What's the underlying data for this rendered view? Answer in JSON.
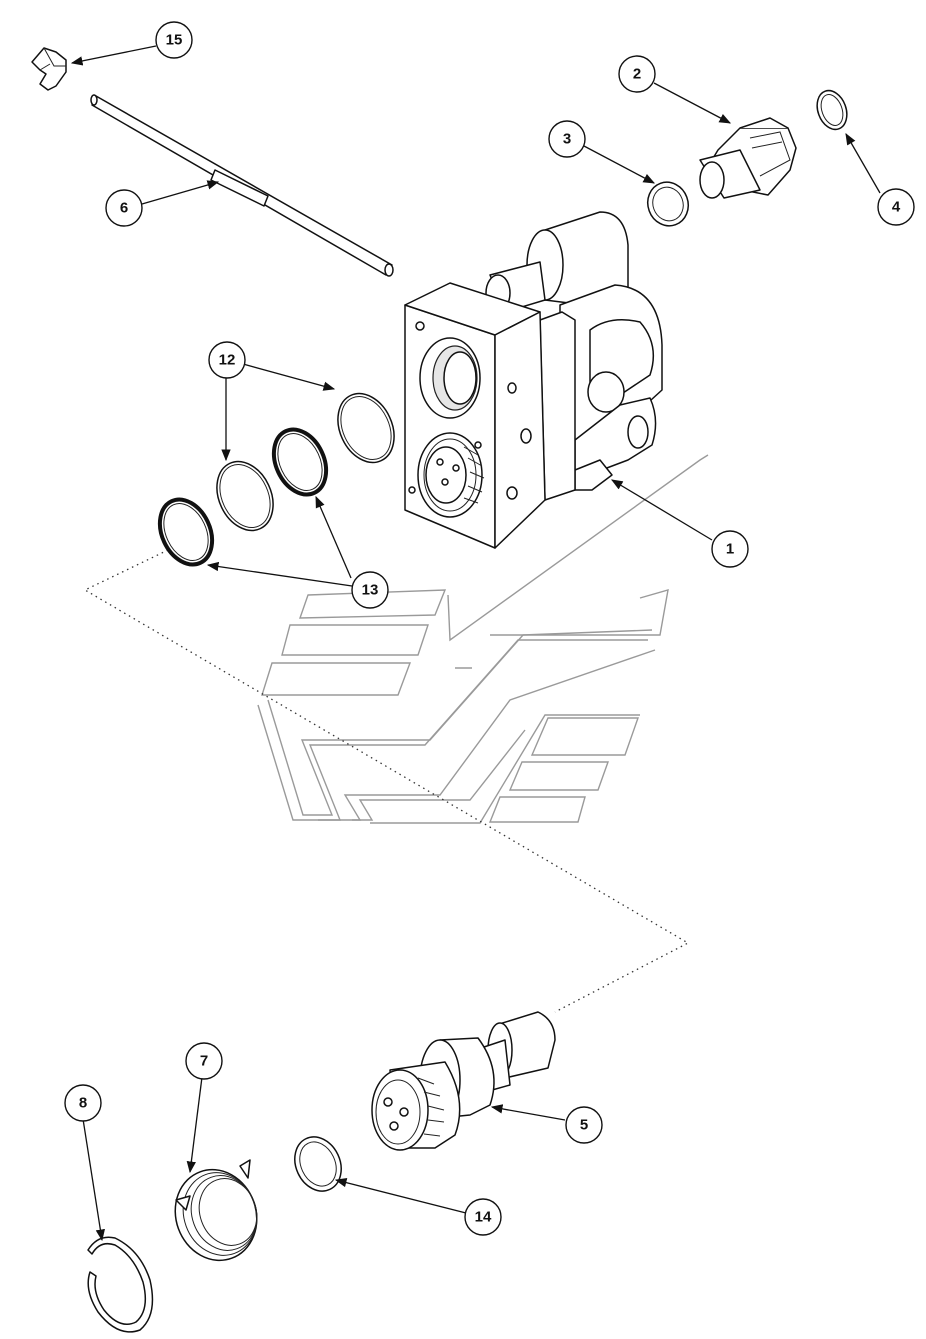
{
  "callouts": [
    {
      "id": "c1",
      "text": "1"
    },
    {
      "id": "c2",
      "text": "2"
    },
    {
      "id": "c3",
      "text": "3"
    },
    {
      "id": "c4",
      "text": "4"
    },
    {
      "id": "c5",
      "text": "5"
    },
    {
      "id": "c6",
      "text": "6"
    },
    {
      "id": "c7",
      "text": "7"
    },
    {
      "id": "c8",
      "text": "8"
    },
    {
      "id": "c12",
      "text": "12"
    },
    {
      "id": "c13",
      "text": "13"
    },
    {
      "id": "c14",
      "text": "14"
    },
    {
      "id": "c15",
      "text": "15"
    }
  ],
  "colors": {
    "line": "#111111",
    "watermark": "#9a9a9a",
    "background": "#ffffff"
  }
}
